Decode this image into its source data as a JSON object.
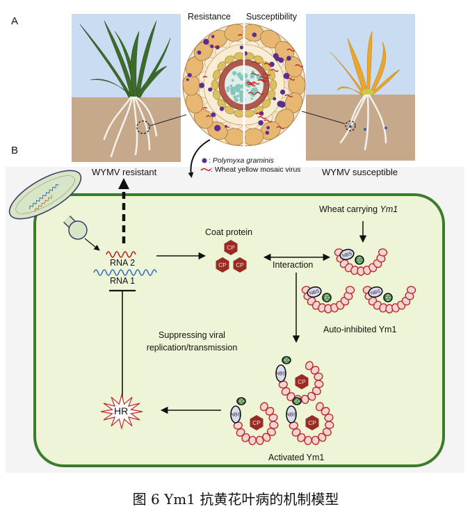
{
  "panels": {
    "a_label": "A",
    "b_label": "B"
  },
  "panel_a": {
    "resistance_label": "Resistance",
    "susceptibility_label": "Susceptibility",
    "resistant_plant_label": "WYMV resistant",
    "susceptible_plant_label": "WYMV susceptible",
    "legend": [
      {
        "icon": "polymyxa-blob-icon",
        "text": "Polymyxa graminis",
        "italic": true,
        "color": "#5a2d91"
      },
      {
        "icon": "virus-squiggle-icon",
        "text": "Wheat yellow mosaic virus",
        "italic": false,
        "color": "#c0282a"
      }
    ]
  },
  "panel_b": {
    "rna2_label": "RNA 2",
    "rna1_label": "RNA 1",
    "coat_protein_label": "Coat protein",
    "cp_label": "CP",
    "interaction_label": "Interaction",
    "wheat_carrying_prefix": "Wheat carrying ",
    "wheat_carrying_gene": "Ym1",
    "nbs_label": "NBS",
    "cc_label": "CC",
    "auto_inhibited_label": "Auto-inhibited Ym1",
    "activated_label": "Activated Ym1",
    "suppressing_line1": "Suppressing viral",
    "suppressing_line2": "replication/transmission",
    "hr_label": "HR"
  },
  "colors": {
    "sky": "#c9dcf2",
    "soil": "#c6a88a",
    "healthy_leaf": "#3d6b2c",
    "yellow_leaf": "#e8a630",
    "cell_fill": "#eef4d6",
    "cell_wall": "#3c7a2e",
    "cp_hex": "#9a2b22",
    "lrr_fill": "#f6d3d3",
    "lrr_stroke": "#b62f2a",
    "rna2": "#b3221f",
    "rna1": "#2f6fc2",
    "hr_star": "#c0282a"
  },
  "caption": "图 6 Ym1 抗黄花叶病的机制模型"
}
